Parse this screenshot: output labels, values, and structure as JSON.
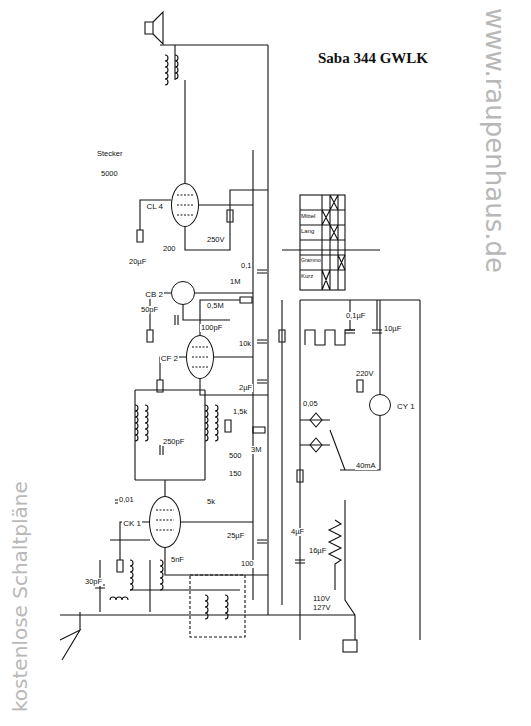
{
  "diagram": {
    "title": "Saba 344 GWLK",
    "nodes": [
      {
        "text": [
          "CL 4"
        ]
      },
      {
        "text": [
          "CB 2"
        ]
      },
      {
        "text": [
          "CF 2"
        ]
      },
      {
        "text": [
          "CK 1"
        ]
      },
      {
        "text": [
          "CY 1"
        ]
      }
    ],
    "labels": [
      "www.raupenhaus.de",
      "kostenlose Schaltpläne",
      "Stecker",
      "5000",
      "200",
      "250V",
      "0,1",
      "20µF",
      "50pF",
      "1M",
      "0,5M",
      "100pF",
      "10k",
      "2µF",
      "1,5k",
      "250pF",
      "500",
      "150",
      "0,01",
      "5k",
      "25µF",
      "100",
      "4µF",
      "16µF",
      "40mA",
      "220V",
      "110V",
      "127V",
      "0,1µF",
      "10µF",
      "Grammo",
      "Kurz",
      "Mittel",
      "Lang",
      "0,05",
      "5nF",
      "30pF",
      "3M"
    ]
  }
}
